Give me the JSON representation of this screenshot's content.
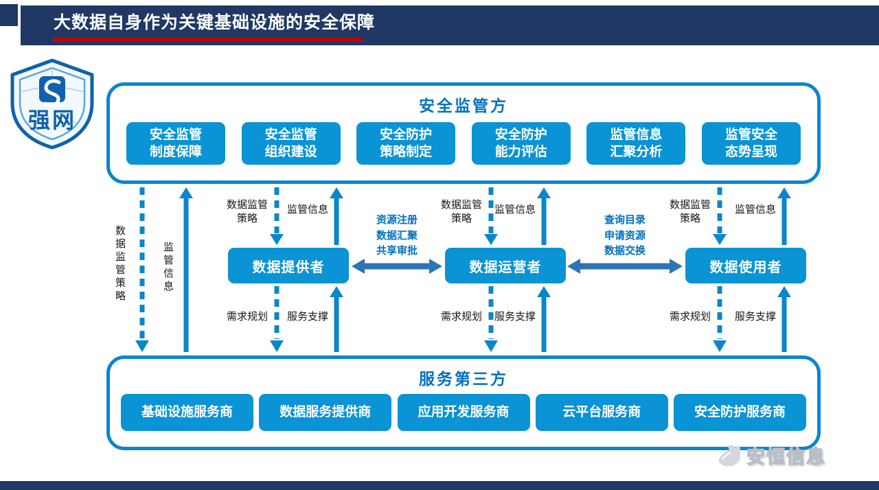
{
  "page": {
    "title": "大数据自身作为关键基础设施的安全保障",
    "logo_text": "强网",
    "watermark_text": "安恒信息"
  },
  "colors": {
    "header_navy": "#1f3864",
    "title_underline_red": "#c00000",
    "box_blue": "#0a93d5",
    "panel_border_blue": "#0a86cc",
    "panel_title_blue": "#0070c0",
    "exchange_arrow_blue": "#2e74b5",
    "exchange_label_blue": "#0070c0"
  },
  "top_panel": {
    "title": "安全监管方",
    "items": [
      {
        "line1": "安全监管",
        "line2": "制度保障"
      },
      {
        "line1": "安全监管",
        "line2": "组织建设"
      },
      {
        "line1": "安全防护",
        "line2": "策略制定"
      },
      {
        "line1": "安全防护",
        "line2": "能力评估"
      },
      {
        "line1": "监管信息",
        "line2": "汇聚分析"
      },
      {
        "line1": "监管安全",
        "line2": "态势呈现"
      }
    ]
  },
  "actors": {
    "provider": "数据提供者",
    "operator": "数据运营者",
    "user": "数据使用者"
  },
  "flows": {
    "policy_full": "数据监管策略",
    "policy_line1": "数据监管",
    "policy_line2": "策略",
    "info": "监管信息",
    "demand": "需求规划",
    "support": "服务支撑",
    "exchange_left": [
      "资源注册",
      "数据汇聚",
      "共享审批"
    ],
    "exchange_right": [
      "查询目录",
      "申请资源",
      "数据交换"
    ]
  },
  "bottom_panel": {
    "title": "服务第三方",
    "items": [
      "基础设施服务商",
      "数据服务提供商",
      "应用开发服务商",
      "云平台服务商",
      "安全防护服务商"
    ]
  }
}
